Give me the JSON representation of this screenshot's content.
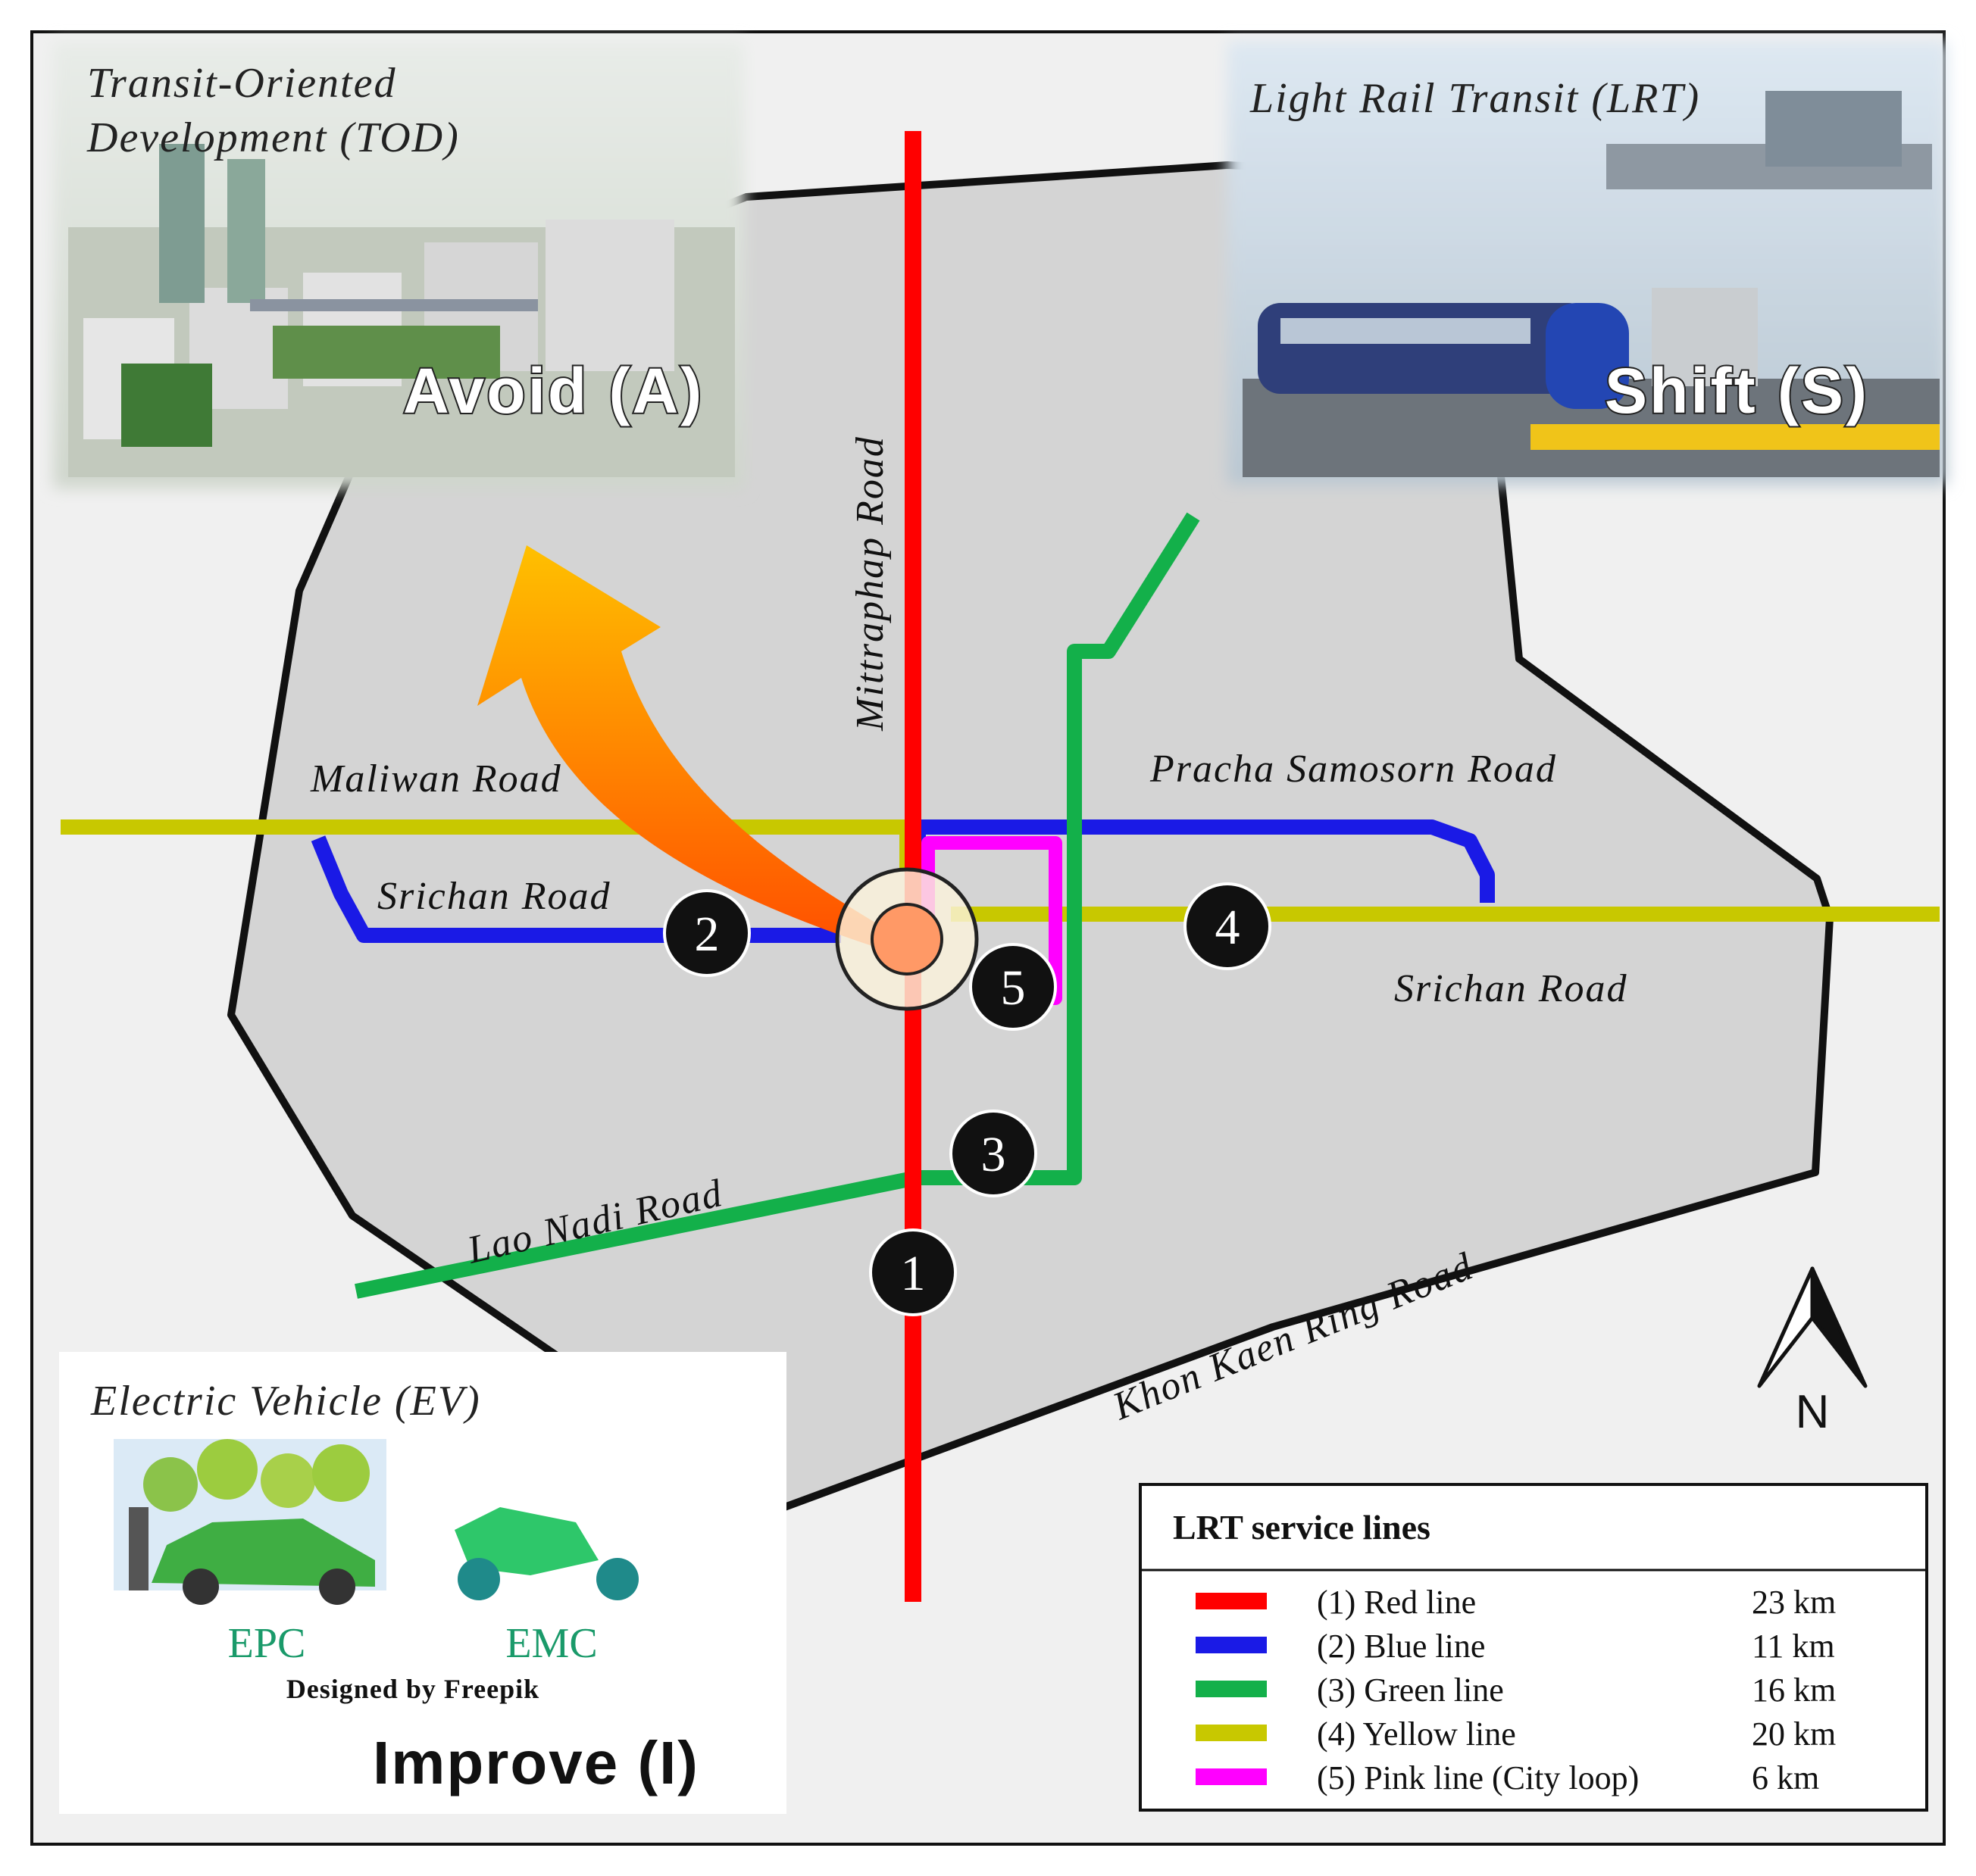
{
  "roads": {
    "mittraphap": "Mittraphap Road",
    "maliwan": "Maliwan Road",
    "srichan_west": "Srichan Road",
    "pracha_samosorn": "Pracha Samosorn Road",
    "srichan_east": "Srichan Road",
    "lao_nadi": "Lao Nadi Road",
    "ring_road": "Khon Kaen Ring Road"
  },
  "panels": {
    "tod": {
      "line1": "Transit-Oriented",
      "line2": "Development (TOD)",
      "label": "Avoid (A)"
    },
    "lrt": {
      "caption": "Light Rail Transit (LRT)",
      "label": "Shift (S)"
    },
    "ev": {
      "caption": "Electric Vehicle (EV)",
      "epc": "EPC",
      "emc": "EMC",
      "credit": "Designed by Freepik",
      "label": "Improve (I)"
    }
  },
  "badges": [
    "1",
    "2",
    "3",
    "4",
    "5"
  ],
  "north": "N",
  "legend": {
    "title": "LRT service lines",
    "lines": [
      {
        "name": "(1) Red line",
        "length": "23 km",
        "color": "#ff0000"
      },
      {
        "name": "(2) Blue line",
        "length": "11 km",
        "color": "#1a1ae6"
      },
      {
        "name": "(3) Green line",
        "length": "16 km",
        "color": "#13b04a"
      },
      {
        "name": "(4) Yellow line",
        "length": "20 km",
        "color": "#c8c800"
      },
      {
        "name": "(5) Pink line (City loop)",
        "length": "6 km",
        "color": "#ff00ff"
      }
    ]
  },
  "colors": {
    "background": "#f0f0f0",
    "city_area": "#d4d4d4",
    "boundary": "#111111",
    "arrow_start": "#ff4d00",
    "arrow_end": "#ffc000",
    "hub": "#ff9966"
  }
}
